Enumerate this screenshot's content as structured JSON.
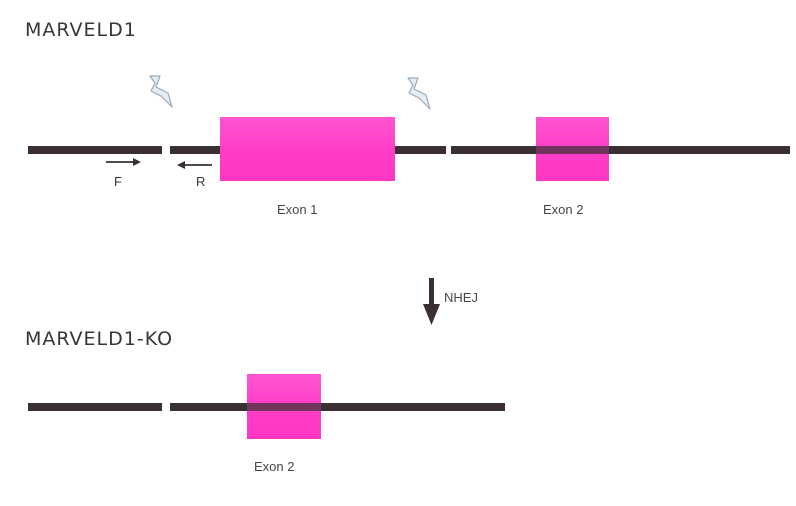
{
  "top": {
    "title": "MARVELD1",
    "exon1_label": "Exon 1",
    "exon2_label": "Exon 2",
    "primer_forward": "F",
    "primer_reverse": "R"
  },
  "arrow": {
    "label": "NHEJ"
  },
  "bottom": {
    "title": "MARVELD1-KO",
    "exon2_label": "Exon 2"
  },
  "colors": {
    "exon": "#ff3ec8",
    "gene_line": "#3a3032",
    "text": "#3a3436",
    "bolt": "#c7d3de"
  },
  "icons": [
    "lightning-bolt-icon",
    "down-arrow-icon",
    "forward-primer-arrow-icon",
    "reverse-primer-arrow-icon"
  ]
}
